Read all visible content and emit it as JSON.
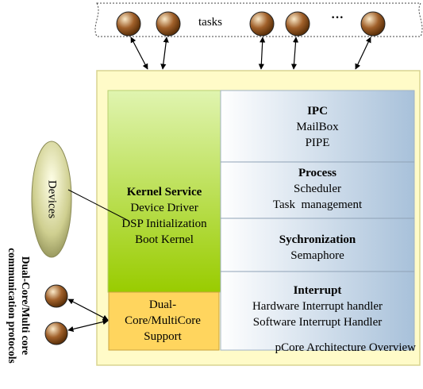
{
  "tasks": {
    "label": "tasks",
    "ellipsis": "···"
  },
  "devices": {
    "label": "Devices"
  },
  "side_label": {
    "line1": "Dual-Core/Multi core",
    "line2": "communication protocols"
  },
  "kernel": {
    "title": "Kernel Service",
    "items": [
      "Device Driver",
      "DSP Initialization",
      "Boot Kernel"
    ]
  },
  "dual": {
    "lines": [
      "Dual-",
      "Core/MultiCore",
      "Support"
    ]
  },
  "sections": [
    {
      "title": "IPC",
      "items": [
        "MailBox",
        "PIPE"
      ]
    },
    {
      "title": "Process",
      "items": [
        "Scheduler",
        "Task  management"
      ]
    },
    {
      "title": "Sychronization",
      "items": [
        "Semaphore"
      ]
    },
    {
      "title": "Interrupt",
      "items": [
        "Hardware Interrupt handler",
        "Software Interrupt Handler"
      ]
    }
  ],
  "caption": "pCore Architecture Overview",
  "colors": {
    "outer_fill": "#fffbc8",
    "outer_stroke": "#d8d490",
    "green_top": "#d9f1a0",
    "green_bottom": "#9acc00",
    "blue_left": "#ffffff",
    "blue_right": "#a9c2db",
    "orange": "#ffd55e",
    "node_light": "#fbeac9",
    "node_dark": "#6b3d10",
    "devices_light": "#ffffe0",
    "devices_dark": "#9a9a60"
  }
}
